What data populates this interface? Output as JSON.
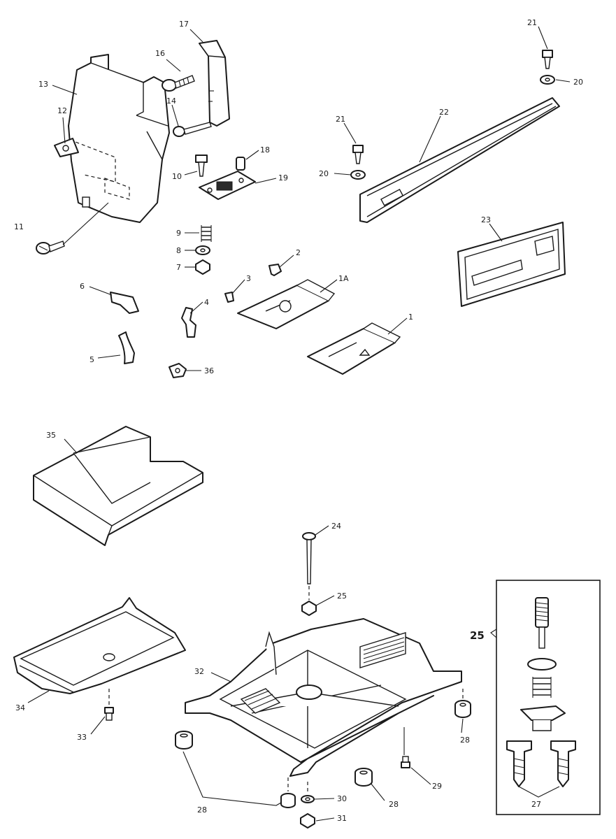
{
  "diagram": {
    "type": "exploded-parts-view",
    "callouts": {
      "c1": "1",
      "c1a": "1A",
      "c2": "2",
      "c3": "3",
      "c4": "4",
      "c5": "5",
      "c6": "6",
      "c7": "7",
      "c8": "8",
      "c9": "9",
      "c10": "10",
      "c11": "11",
      "c12": "12",
      "c13": "13",
      "c14": "14",
      "c16": "16",
      "c17": "17",
      "c18": "18",
      "c19": "19",
      "c20a": "20",
      "c20b": "20",
      "c21a": "21",
      "c21b": "21",
      "c22": "22",
      "c23": "23",
      "c24": "24",
      "c25a": "25",
      "c25b": "25",
      "c27": "27",
      "c28a": "28",
      "c28b": "28",
      "c28c": "28",
      "c29": "29",
      "c30": "30",
      "c31": "31",
      "c32": "32",
      "c33": "33",
      "c34": "34",
      "c35": "35",
      "c36": "36"
    }
  }
}
